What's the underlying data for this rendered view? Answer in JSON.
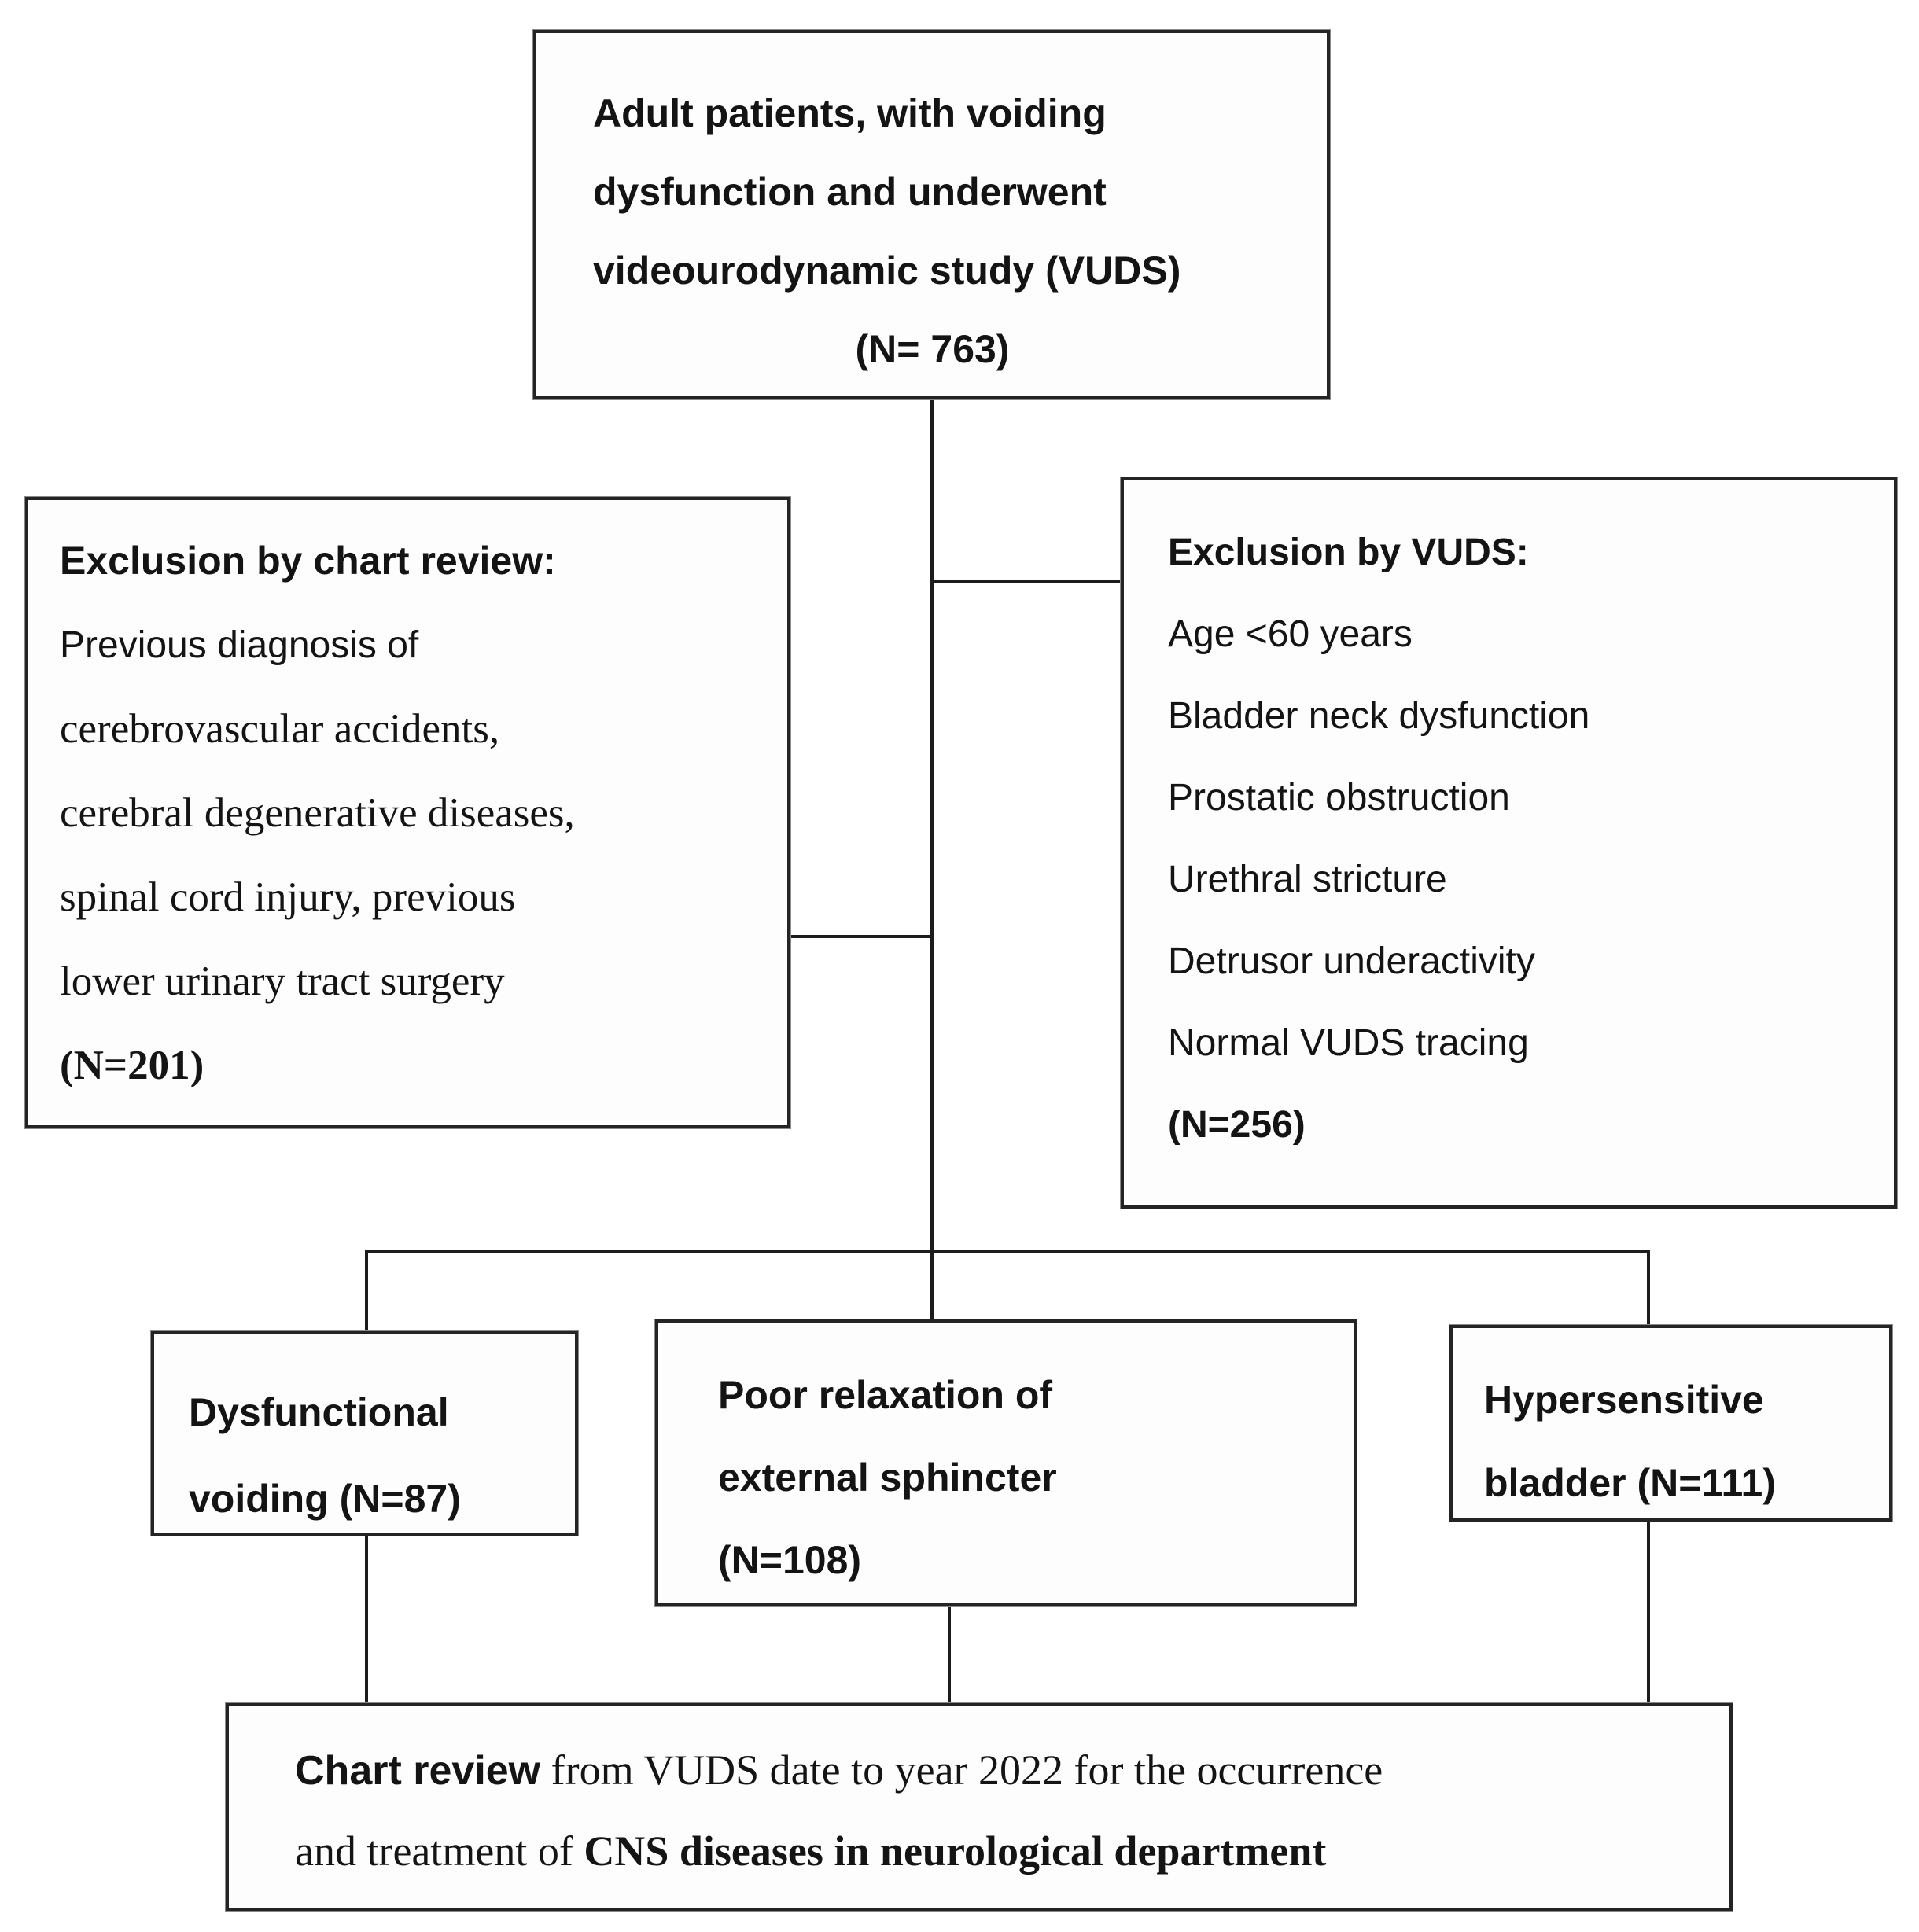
{
  "colors": {
    "background": "#ffffff",
    "border": "#242424",
    "connector": "#1c1c1c",
    "text": "#141414"
  },
  "boxes": {
    "top": {
      "lines": [
        "Adult patients, with voiding",
        "dysfunction and underwent",
        "videourodynamic study (VUDS)"
      ],
      "n": "(N= 763)"
    },
    "exclusion_chart_review": {
      "title": "Exclusion by chart review:",
      "subtitle": "Previous diagnosis of",
      "items": [
        "cerebrovascular accidents,",
        "cerebral degenerative diseases,",
        "spinal cord injury, previous",
        "lower urinary tract surgery"
      ],
      "n": "(N=201)"
    },
    "exclusion_vuds": {
      "title": "Exclusion by VUDS:",
      "items": [
        "Age <60 years",
        "Bladder neck dysfunction",
        "Prostatic obstruction",
        "Urethral stricture",
        "Detrusor underactivity",
        "Normal VUDS tracing"
      ],
      "n": "(N=256)"
    },
    "dysfunctional_voiding": {
      "lines": [
        "Dysfunctional",
        "voiding (N=87)"
      ]
    },
    "poor_relaxation": {
      "lines": [
        "Poor relaxation of",
        "external sphincter",
        "(N=108)"
      ]
    },
    "hypersensitive_bladder": {
      "lines": [
        "Hypersensitive",
        "bladder (N=111)"
      ]
    },
    "chart_review": {
      "line1_bold": "Chart review",
      "line1_rest": " from VUDS date to year 2022 for the occurrence",
      "line2_lead": "and treatment of ",
      "line2_bold": "CNS diseases in neurological department"
    }
  }
}
